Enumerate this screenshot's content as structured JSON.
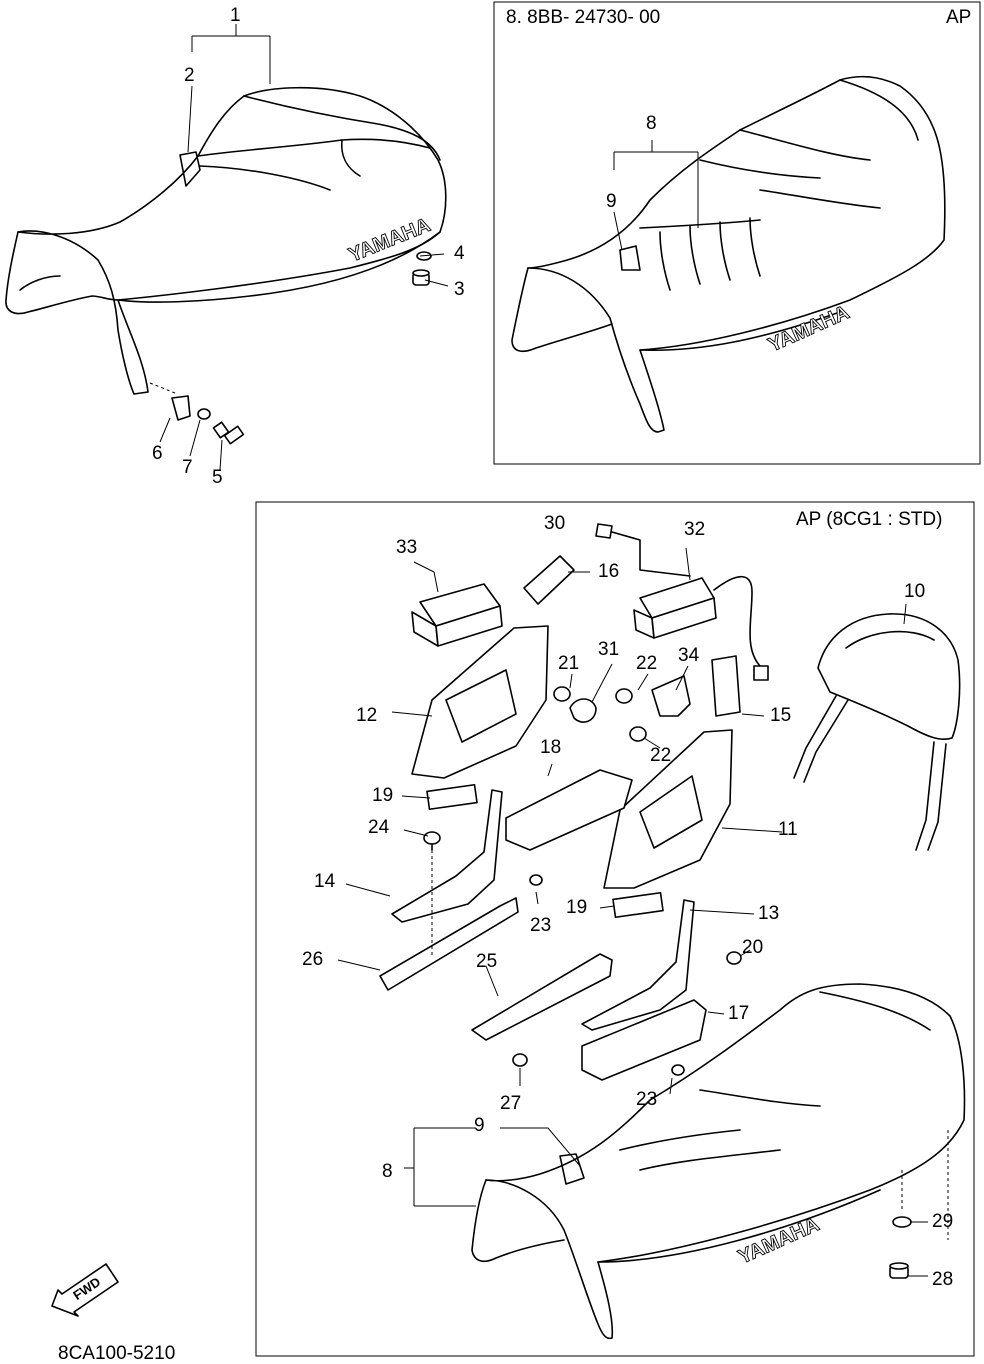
{
  "diagram": {
    "diagram_code": "8CA100-5210",
    "inset_box": {
      "part_ref": "8. 8BB- 24730- 00",
      "market": "AP"
    },
    "option_box": {
      "variant": "AP (8CG1 : STD)"
    },
    "seat_brand": "YAMAHA",
    "fwd_label": "FWD",
    "parts": {
      "main": [
        "1",
        "2",
        "3",
        "4",
        "5",
        "6",
        "7"
      ],
      "inset": [
        "8",
        "9"
      ],
      "option": [
        "30",
        "32",
        "33",
        "16",
        "10",
        "12",
        "21",
        "31",
        "22",
        "34",
        "15",
        "22",
        "18",
        "19",
        "11",
        "24",
        "14",
        "23",
        "19",
        "13",
        "20",
        "26",
        "25",
        "17",
        "27",
        "23",
        "9",
        "8",
        "29",
        "28"
      ]
    }
  }
}
